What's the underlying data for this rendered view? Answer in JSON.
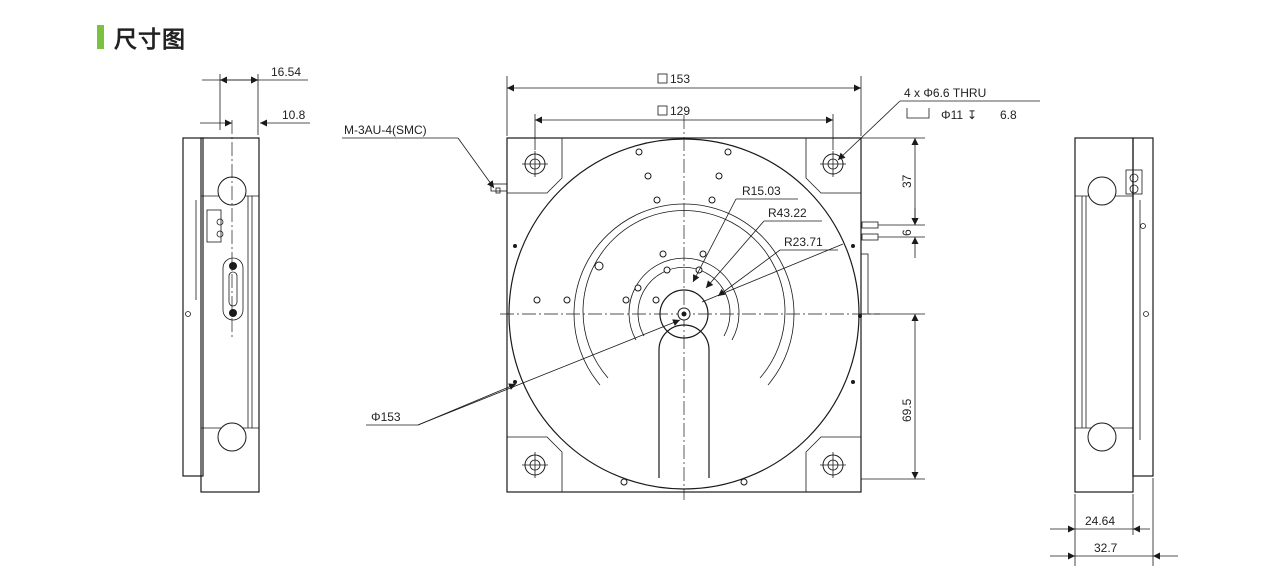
{
  "page": {
    "title": "尺寸图",
    "accent_color": "#7cc242"
  },
  "dimensions": {
    "side_left_top": "16.54",
    "side_left_mid": "10.8",
    "port_label": "M-3AU-4(SMC)",
    "square_outer": "153",
    "square_inner": "129",
    "holes_line1": "4 x  Φ6.6 THRU",
    "holes_line2": "Φ11",
    "holes_depth": "6.8",
    "r1": "R15.03",
    "r2": "R43.22",
    "r3": "R23.71",
    "dia": "Φ153",
    "v_top": "37",
    "v_small": "6",
    "v_bottom": "69.5",
    "side_right_1": "24.64",
    "side_right_2": "32.7"
  }
}
